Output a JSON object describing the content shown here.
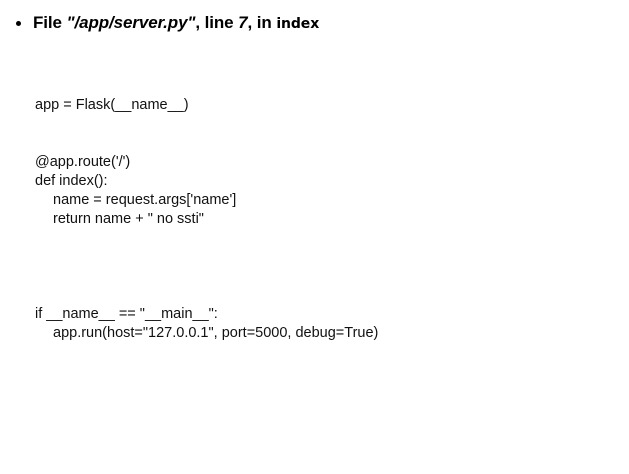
{
  "frame": {
    "bullet_icon": "bullet-dot-icon",
    "label_file": "File",
    "filepath": "\"/app/server.py\"",
    "comma_1": ",",
    "label_line": "line",
    "line_number": "7",
    "comma_2": ",",
    "label_in": "in",
    "function_name": "index",
    "full_text": "File \"/app/server.py\", line 7, in index"
  },
  "code": {
    "lines": [
      {
        "text": "app = Flask(__name__)",
        "indent": 0
      },
      {
        "text": "",
        "indent": 0
      },
      {
        "text": "",
        "indent": 0
      },
      {
        "text": "@app.route('/')",
        "indent": 0
      },
      {
        "text": "def index():",
        "indent": 0
      },
      {
        "text": "name = request.args['name']",
        "indent": 1
      },
      {
        "text": "return name + \" no ssti\"",
        "indent": 1
      },
      {
        "text": "",
        "indent": 0
      },
      {
        "text": "",
        "indent": 0
      },
      {
        "text": "",
        "indent": 0
      },
      {
        "text": "",
        "indent": 0
      },
      {
        "text": "if __name__ == \"__main__\":",
        "indent": 0
      },
      {
        "text": "app.run(host=\"127.0.0.1\", port=5000, debug=True)",
        "indent": 1
      }
    ]
  },
  "colors": {
    "background": "#ffffff",
    "text": "#000000",
    "code_text": "#111111"
  }
}
